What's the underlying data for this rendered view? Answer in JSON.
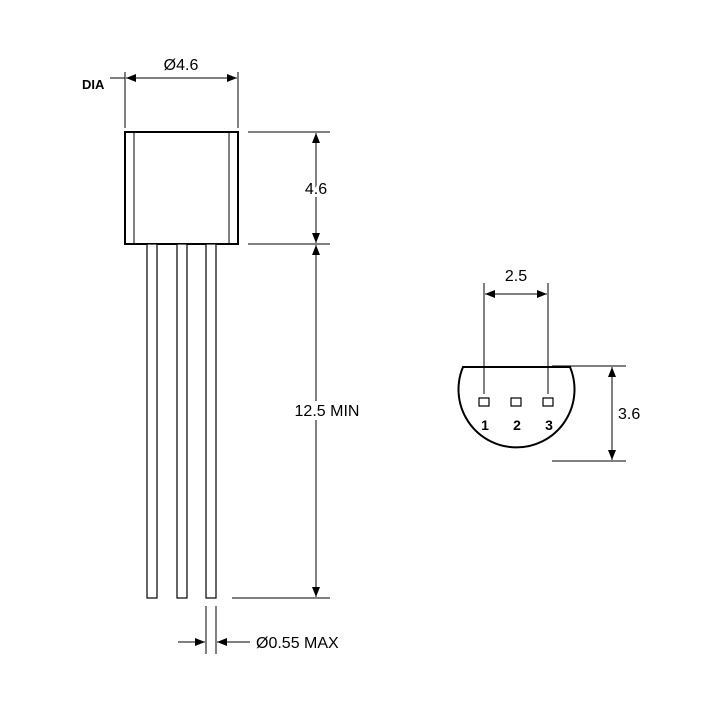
{
  "side_view": {
    "diameter_label": "Ø4.6",
    "dia_tag": "DIA",
    "body_height_label": "4.6",
    "lead_length_label": "12.5 MIN",
    "lead_diameter_label": "Ø0.55 MAX"
  },
  "bottom_view": {
    "pin_pitch_label": "2.5",
    "flat_height_label": "3.6",
    "pins": [
      "1",
      "2",
      "3"
    ]
  }
}
